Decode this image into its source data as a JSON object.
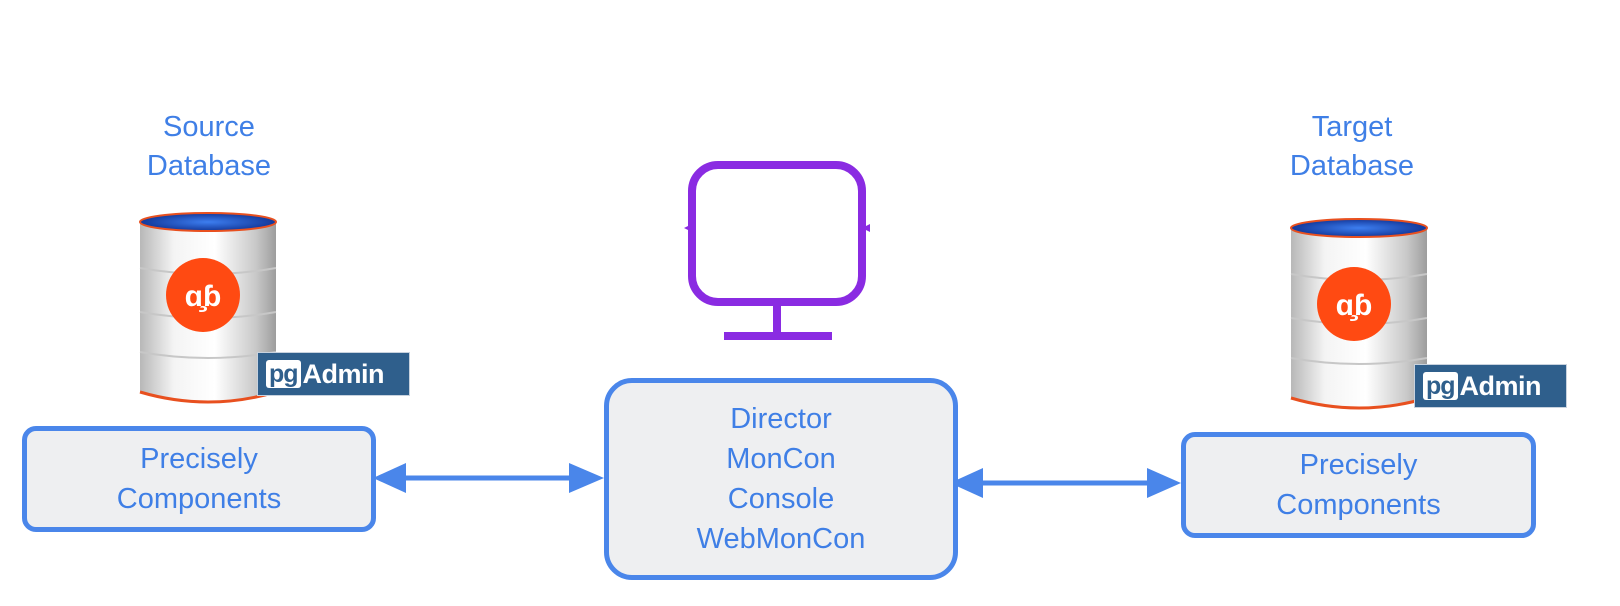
{
  "source": {
    "title_line1": "Source",
    "title_line2": "Database",
    "badge_pg": "pg",
    "badge_word": "Admin",
    "box_line1": "Precisely",
    "box_line2": "Components"
  },
  "target": {
    "title_line1": "Target",
    "title_line2": "Database",
    "badge_pg": "pg",
    "badge_word": "Admin",
    "box_line1": "Precisely",
    "box_line2": "Components"
  },
  "center": {
    "items": [
      "Director",
      "MonCon",
      "Console",
      "WebMonCon"
    ]
  },
  "colors": {
    "accent": "#4a86ea",
    "text": "#3f7fe6",
    "box_fill": "#eeeff1",
    "monitor": "#8a2be2",
    "logo": "#ff4a12",
    "badge": "#2f5f8c"
  },
  "icons": {
    "database": "database-cylinder-icon",
    "logo": "edb-elephant-logo-icon",
    "monitor": "monitor-icon"
  }
}
